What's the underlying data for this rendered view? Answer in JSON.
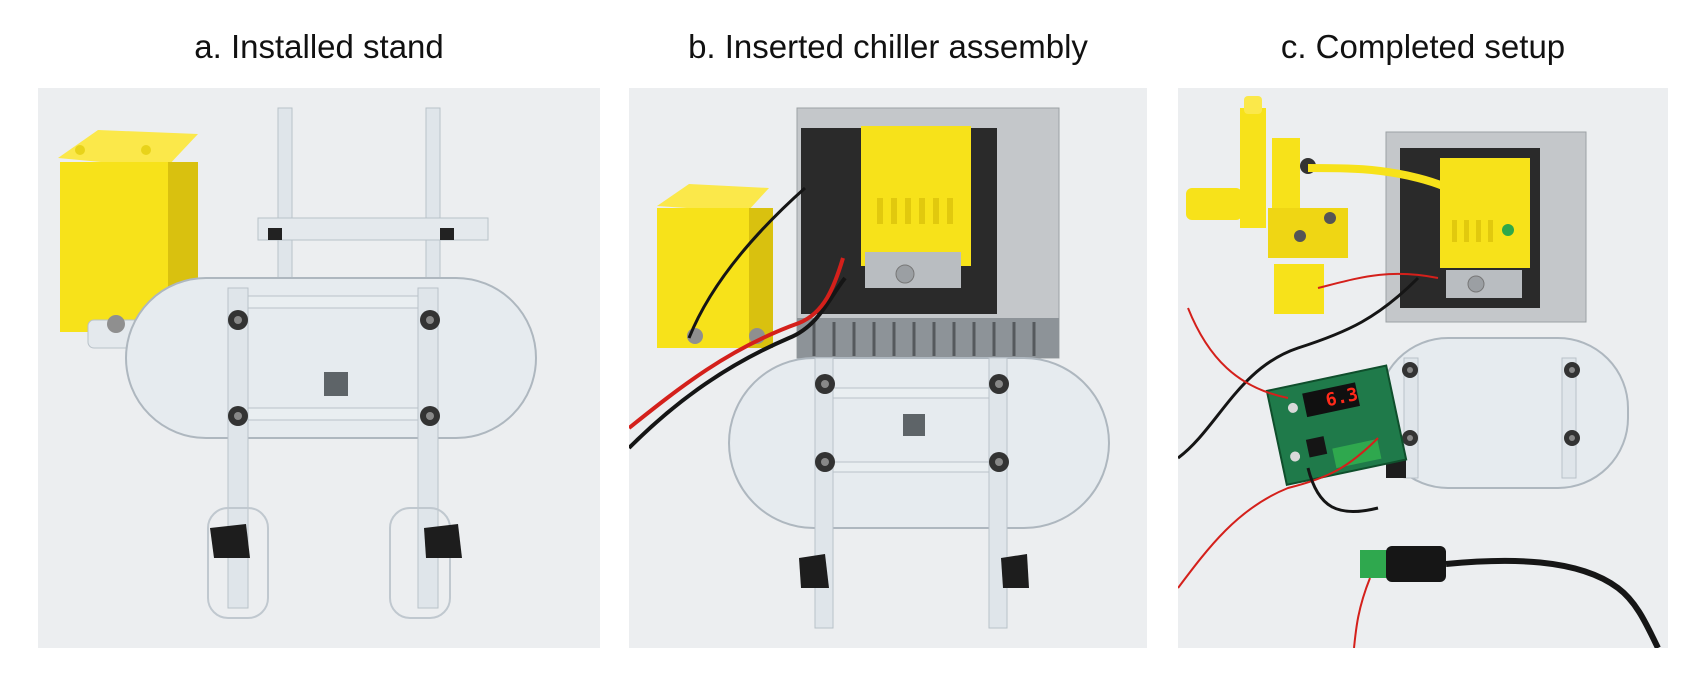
{
  "figure": {
    "panels": [
      {
        "title": "a. Installed stand",
        "photo": "installed-stand-photo"
      },
      {
        "title": "b. Inserted chiller assembly",
        "photo": "inserted-chiller-assembly-photo"
      },
      {
        "title": "c. Completed setup",
        "photo": "completed-setup-photo"
      }
    ],
    "display_digits": "6.3",
    "colors": {
      "background": "#ffffff",
      "photo_background": "#eceef0",
      "yellow_parts": "#f7e21a",
      "acrylic": "#dfe5ea",
      "heatsink": "#b8bcc0",
      "foam": "#2a2a2a",
      "pcb": "#1f7a4a",
      "led": "#ff2a1a",
      "wire_red": "#d4201b",
      "wire_black": "#151515"
    }
  }
}
